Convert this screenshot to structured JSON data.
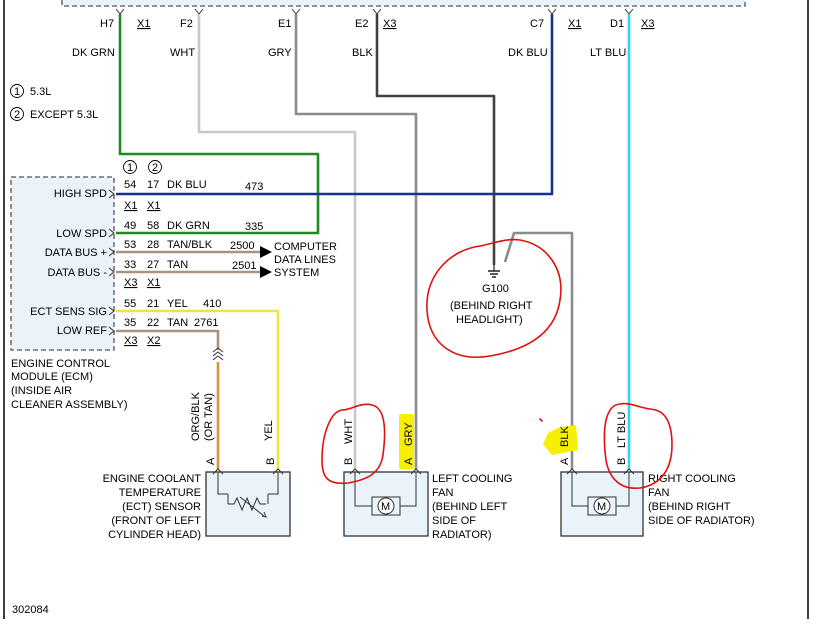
{
  "colors": {
    "dk_grn": "#1f8a1f",
    "wht": "#c8c8c8",
    "gry": "#8c8c8c",
    "blk": "#404040",
    "dk_blu": "#1a2f8f",
    "lt_blu": "#2fd8e8",
    "yel": "#f2e43a",
    "tan": "#a8947a",
    "org": "#d8963a",
    "annotation_red": "#e01010",
    "highlight": "#f6f000",
    "module_fill": "#eaf3fa"
  },
  "top_pins": [
    {
      "pin": "H7",
      "conn": "X1",
      "color": "DK GRN"
    },
    {
      "pin": "F2",
      "conn": "",
      "color": "WHT"
    },
    {
      "pin": "E1",
      "conn": "",
      "color": "GRY"
    },
    {
      "pin": "E2",
      "conn": "X3",
      "color": "BLK"
    },
    {
      "pin": "C7",
      "conn": "X1",
      "color": "DK BLU"
    },
    {
      "pin": "D1",
      "conn": "X3",
      "color": "LT BLU"
    }
  ],
  "legend": [
    {
      "num": "1",
      "text": "5.3L"
    },
    {
      "num": "2",
      "text": "EXCEPT 5.3L"
    }
  ],
  "ecm": {
    "col_head_1": "1",
    "col_head_2": "2",
    "name": [
      "ENGINE CONTROL",
      "MODULE (ECM)",
      "(INSIDE AIR",
      "CLEANER ASSEMBLY)"
    ],
    "pins": [
      {
        "label": "HIGH SPD",
        "p1": "54",
        "p2": "17",
        "color": "DK BLU",
        "circuit": "473",
        "conn1": "X1",
        "conn2": "X1"
      },
      {
        "label": "LOW SPD",
        "p1": "49",
        "p2": "58",
        "color": "DK GRN",
        "circuit": "335",
        "conn1": "",
        "conn2": ""
      },
      {
        "label": "DATA BUS +",
        "p1": "53",
        "p2": "28",
        "color": "TAN/BLK",
        "circuit": "2500",
        "conn1": "",
        "conn2": ""
      },
      {
        "label": "DATA BUS -",
        "p1": "33",
        "p2": "27",
        "color": "TAN",
        "circuit": "2501",
        "conn1": "X3",
        "conn2": "X1"
      },
      {
        "label": "ECT SENS SIG",
        "p1": "55",
        "p2": "21",
        "color": "YEL",
        "circuit": "410",
        "conn1": "",
        "conn2": ""
      },
      {
        "label": "LOW REF",
        "p1": "35",
        "p2": "22",
        "color": "TAN",
        "circuit": "2761",
        "conn1": "X3",
        "conn2": "X2"
      }
    ]
  },
  "data_lines": [
    "COMPUTER",
    "DATA LINES",
    "SYSTEM"
  ],
  "ground": {
    "id": "G100",
    "desc": [
      "(BEHIND RIGHT",
      "HEADLIGHT)"
    ]
  },
  "ect_sensor": {
    "wire_a": "ORG/BLK",
    "wire_a2": "(OR TAN)",
    "wire_b": "YEL",
    "pin_a": "A",
    "pin_b": "B",
    "name": [
      "ENGINE COOLANT",
      "TEMPERATURE",
      "(ECT) SENSOR",
      "(FRONT OF LEFT",
      "CYLINDER HEAD)"
    ]
  },
  "left_fan": {
    "wire_b": "WHT",
    "wire_a": "GRY",
    "pin_b": "B",
    "pin_a": "A",
    "motor": "M",
    "name": [
      "LEFT COOLING",
      "FAN",
      "(BEHIND LEFT",
      "SIDE OF",
      "RADIATOR)"
    ]
  },
  "right_fan": {
    "wire_a": "BLK",
    "wire_b": "LT BLU",
    "pin_a": "A",
    "pin_b": "B",
    "motor": "M",
    "name": [
      "RIGHT COOLING",
      "FAN",
      "(BEHIND RIGHT",
      "SIDE OF RADIATOR)"
    ]
  },
  "footer_id": "302084"
}
